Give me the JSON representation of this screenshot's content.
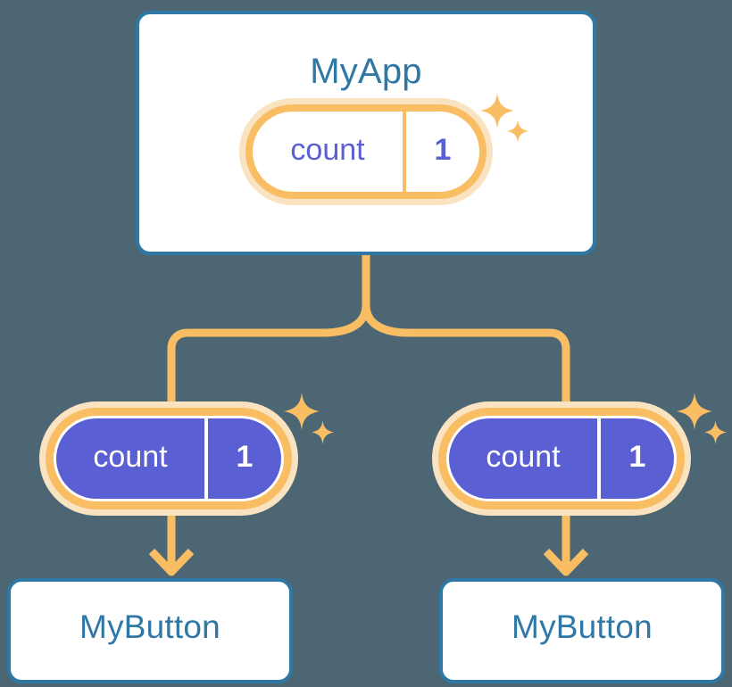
{
  "theme": {
    "background": "#4c6673",
    "card_border": "#2f77a5",
    "card_text": "#2f77a5",
    "card_fill": "#ffffff",
    "accent_amber": "#f9bd64",
    "accent_amber_halo": "#fae3c0",
    "accent_purple": "#5b5fd4",
    "pill_text_on_purple": "#ffffff"
  },
  "diagram": {
    "type": "component-state-tree",
    "root": {
      "name": "app-card",
      "title": "MyApp",
      "state_pill": {
        "key": "count",
        "value": "1",
        "style": "white",
        "sparkle": "sparkle-icon"
      }
    },
    "children": [
      {
        "name": "consumer-left",
        "state_pill": {
          "key": "count",
          "value": "1",
          "style": "purple",
          "sparkle": "sparkle-icon"
        },
        "arrow": "arrow-down-icon",
        "card_title": "MyButton"
      },
      {
        "name": "consumer-right",
        "state_pill": {
          "key": "count",
          "value": "1",
          "style": "purple",
          "sparkle": "sparkle-icon"
        },
        "arrow": "arrow-down-icon",
        "card_title": "MyButton"
      }
    ]
  }
}
